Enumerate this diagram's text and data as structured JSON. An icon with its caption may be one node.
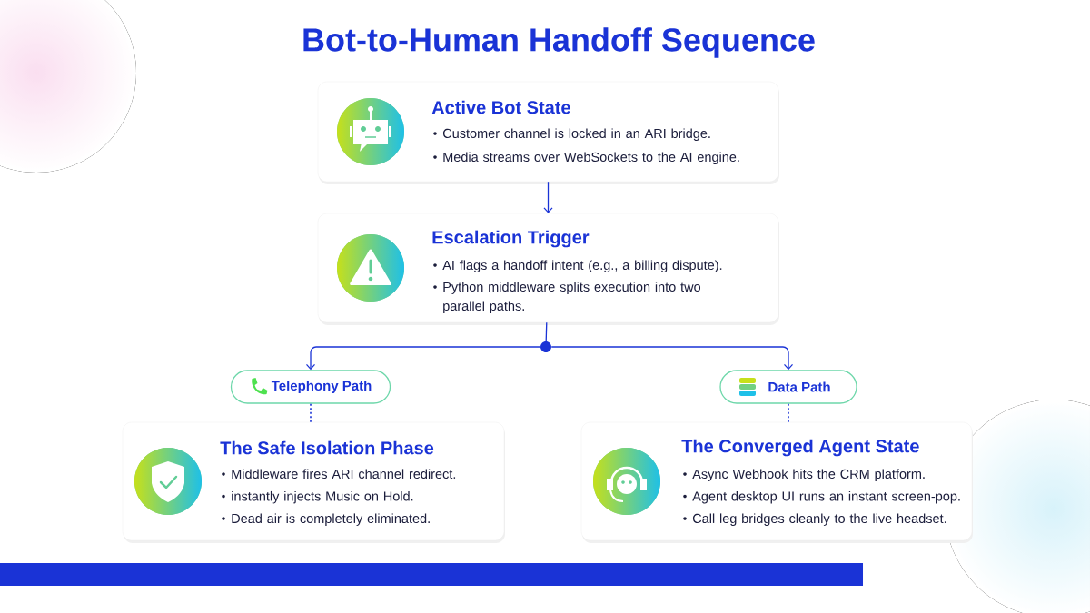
{
  "diagram": {
    "title": "Bot-to-Human Handoff Sequence",
    "nodes": [
      {
        "text": [
          "Active Bot State",
          "Customer channel is locked in an ARI bridge.",
          "Media streams over WebSockets to the AI engine."
        ]
      },
      {
        "text": [
          "Escalation Trigger",
          "AI flags a handoff intent (e.g., a billing dispute).",
          "Python middleware splits execution into two parallel paths."
        ]
      },
      {
        "text": [],
        "shape": "circle"
      },
      {
        "text": [
          "Telephony Path"
        ]
      },
      {
        "text": [
          "Data Path"
        ]
      },
      {
        "text": [
          "The Safe Isolation Phase",
          "Middleware fires ARI channel redirect.",
          "instantly injects Music on Hold.",
          "Dead air is completely eliminated."
        ]
      },
      {
        "text": [
          "The Converged Agent State",
          "Async Webhook hits the CRM platform.",
          "Agent desktop UI runs an instant screen-pop.",
          "Call leg bridges cleanly to the live headset."
        ]
      }
    ],
    "edges": [
      {
        "from": 0,
        "to": 1,
        "arrow": "to"
      },
      {
        "from": 1,
        "to": 2,
        "arrow": "none"
      },
      {
        "from": 2,
        "to": 3,
        "arrow": "to"
      },
      {
        "from": 2,
        "to": 4,
        "arrow": "to"
      },
      {
        "from": 3,
        "to": 5,
        "arrow": "none",
        "style": "dashed"
      },
      {
        "from": 4,
        "to": 6,
        "arrow": "none",
        "style": "dashed"
      }
    ]
  }
}
